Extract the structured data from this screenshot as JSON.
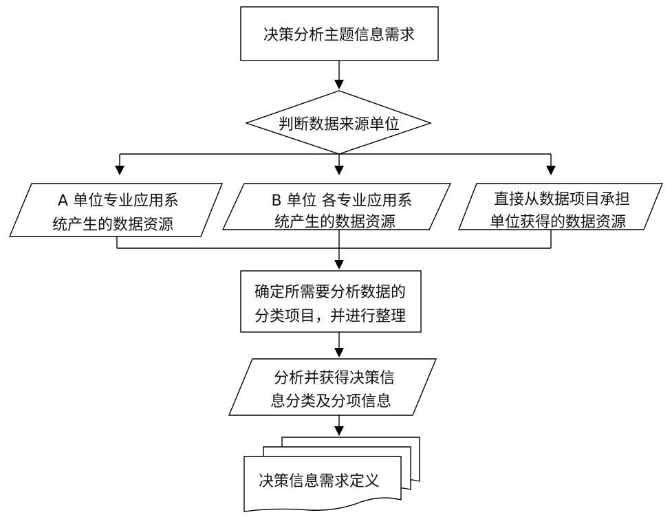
{
  "nodes": {
    "requirement": {
      "text": "决策分析主题信息需求"
    },
    "decision": {
      "text": "判断数据来源单位"
    },
    "source_a": {
      "line1": "A 单位专业应用系",
      "line2": "统产生的数据资源"
    },
    "source_b": {
      "line1": "B 单位 各专业应用系",
      "line2": "统产生的数据资源"
    },
    "source_direct": {
      "line1": "直接从数据项目承担",
      "line2": "单位获得的数据资源"
    },
    "classify": {
      "line1": "确定所需要分析数据的",
      "line2": "分类项目，并进行整理"
    },
    "analyze": {
      "line1": "分析并获得决策信",
      "line2": "息分类及分项信息"
    },
    "output": {
      "text": "决策信息需求定义"
    }
  }
}
